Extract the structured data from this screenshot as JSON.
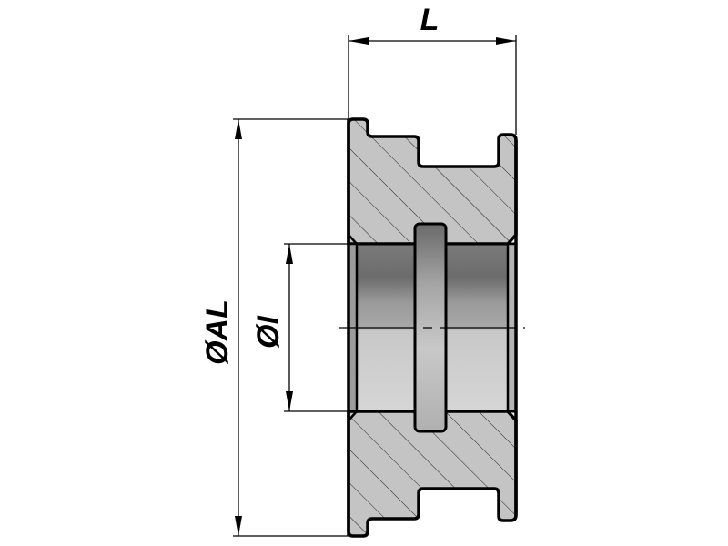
{
  "drawing": {
    "dimensions": {
      "length_label": "L",
      "outer_diameter_label": "ØAL",
      "inner_diameter_label": "ØI"
    },
    "colors": {
      "section_fill": "#c4c4c4",
      "outline": "#000000",
      "bore_dark": "#6e6e6e",
      "bore_light": "#d4d4d4"
    }
  }
}
